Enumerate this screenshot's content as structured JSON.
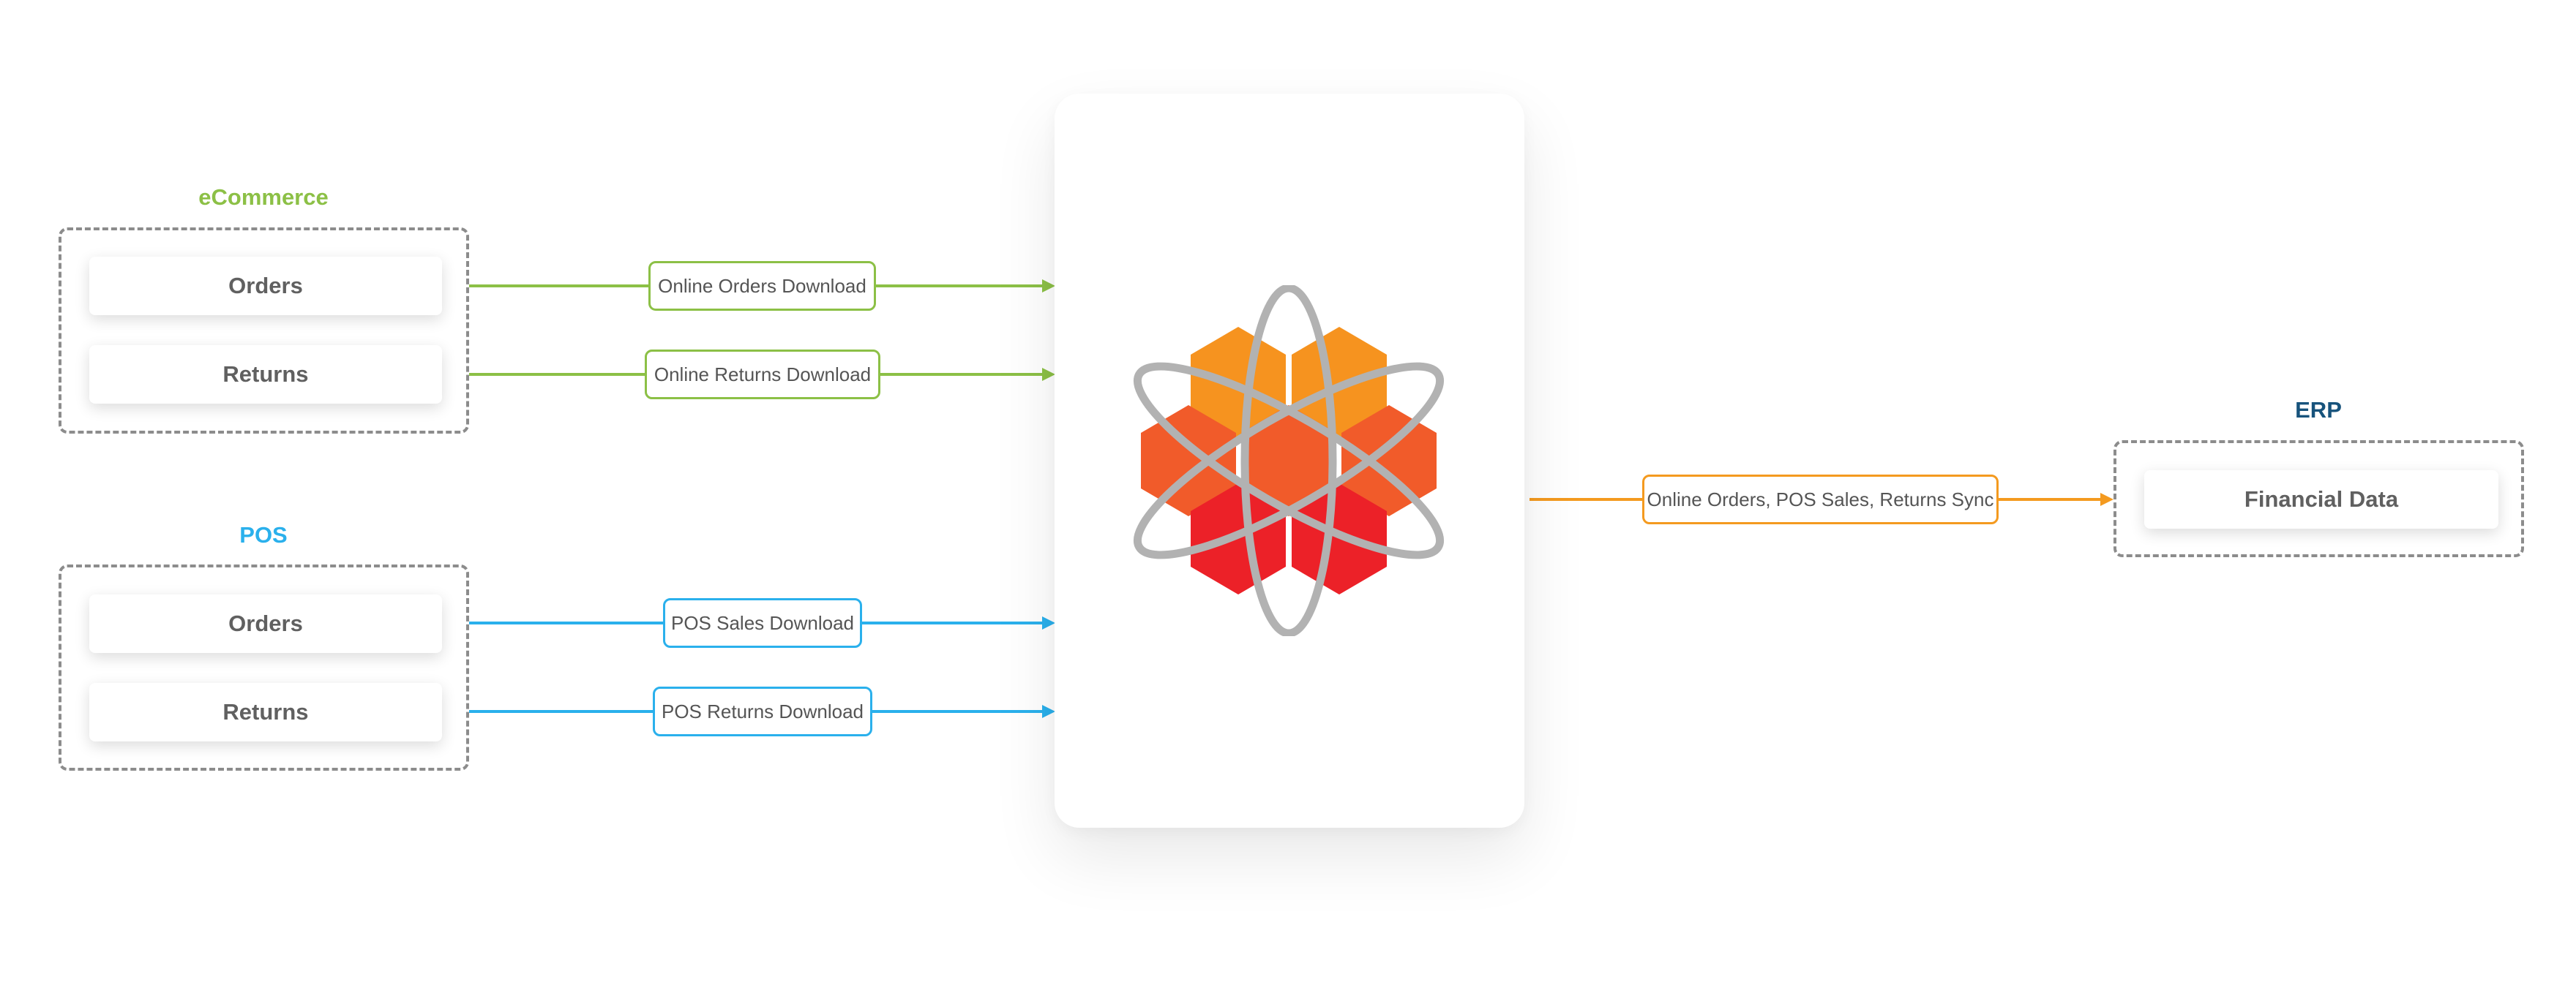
{
  "colors": {
    "ecommerce": "#8cc046",
    "pos": "#2ab0ec",
    "erp": "#17537c",
    "sync": "#f49a1f",
    "hex_orange": "#f6931f",
    "hex_mid": "#f15b2a",
    "hex_red": "#ec2128",
    "orbit_gray": "#b2b2b2",
    "dashed_border": "#8c8c8c"
  },
  "groups": {
    "ecommerce": {
      "title": "eCommerce",
      "items": [
        "Orders",
        "Returns"
      ]
    },
    "pos": {
      "title": "POS",
      "items": [
        "Orders",
        "Returns"
      ]
    },
    "erp": {
      "title": "ERP",
      "items": [
        "Financial Data"
      ]
    }
  },
  "flows": {
    "online_orders": "Online Orders Download",
    "online_returns": "Online Returns Download",
    "pos_sales": "POS Sales Download",
    "pos_returns": "POS Returns Download",
    "sync": "Online Orders, POS Sales, Returns Sync"
  },
  "hub": {
    "logo_icon": "hexagon-atom-logo-icon"
  }
}
